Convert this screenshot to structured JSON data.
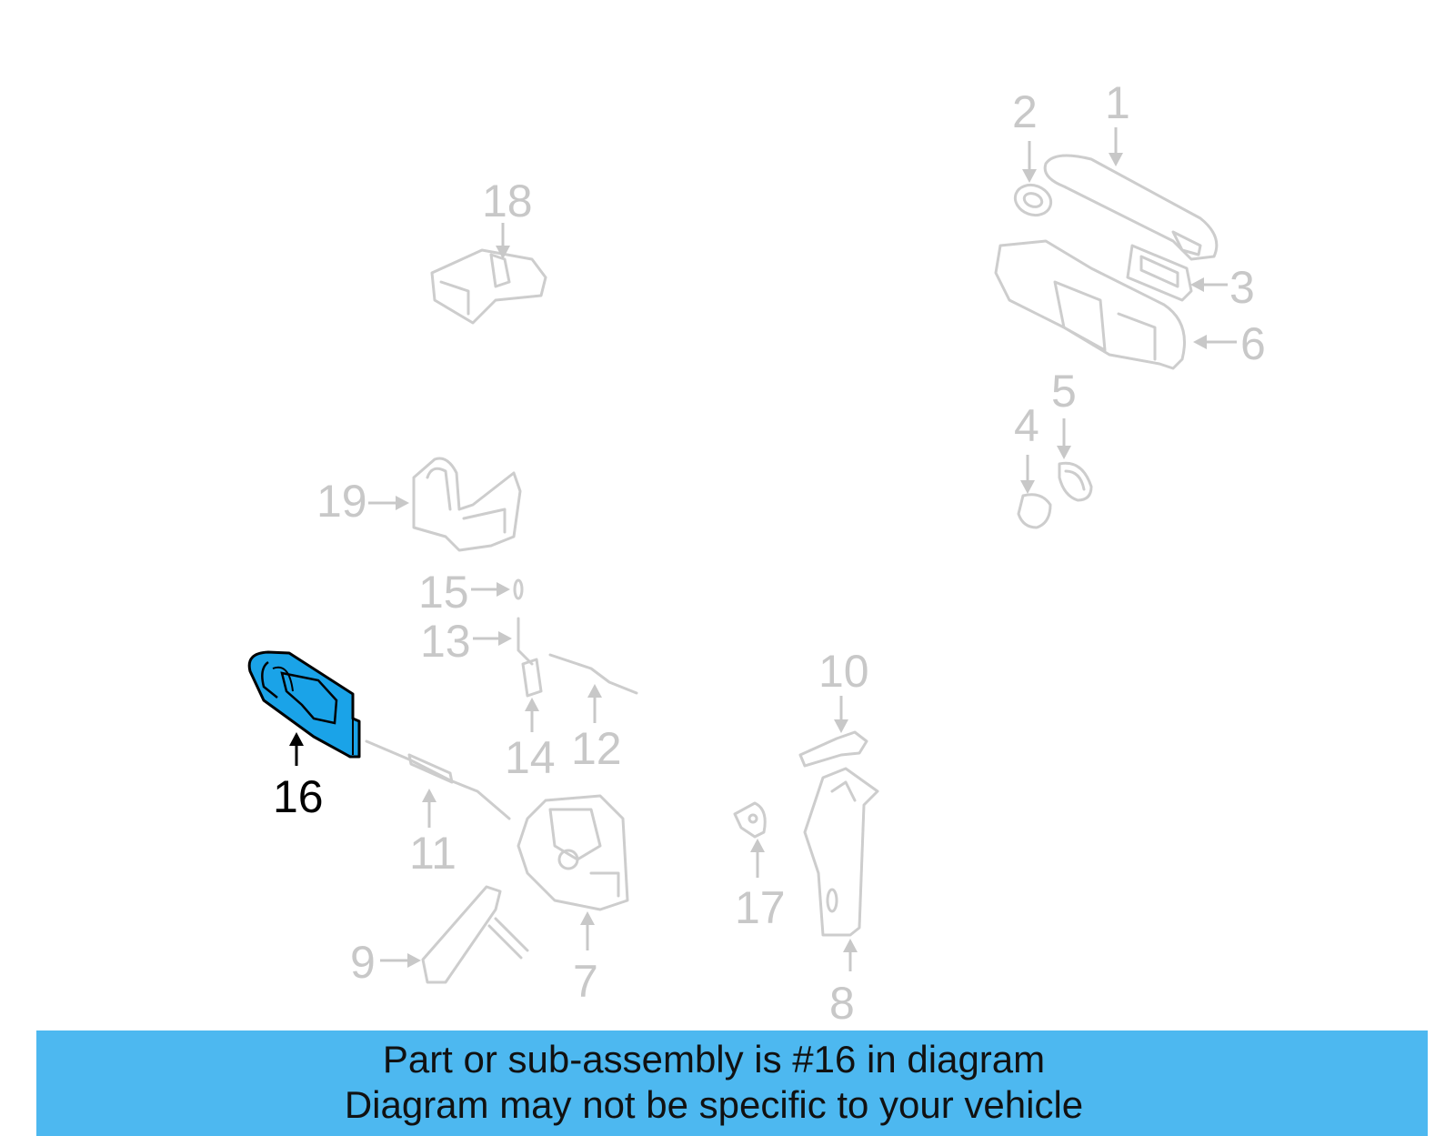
{
  "callouts": {
    "c1": "1",
    "c2": "2",
    "c3": "3",
    "c4": "4",
    "c5": "5",
    "c6": "6",
    "c7": "7",
    "c8": "8",
    "c9": "9",
    "c10": "10",
    "c11": "11",
    "c12": "12",
    "c13": "13",
    "c14": "14",
    "c15": "15",
    "c16": "16",
    "c17": "17",
    "c18": "18",
    "c19": "19"
  },
  "highlighted_part": "16",
  "colors": {
    "highlight_fill": "#1aa3e8",
    "faded_line": "#cdcdcd",
    "banner_bg": "#4db8f0"
  },
  "banner": {
    "line1": "Part or sub-assembly is #16 in diagram",
    "line2": "Diagram may not be specific to your vehicle"
  }
}
